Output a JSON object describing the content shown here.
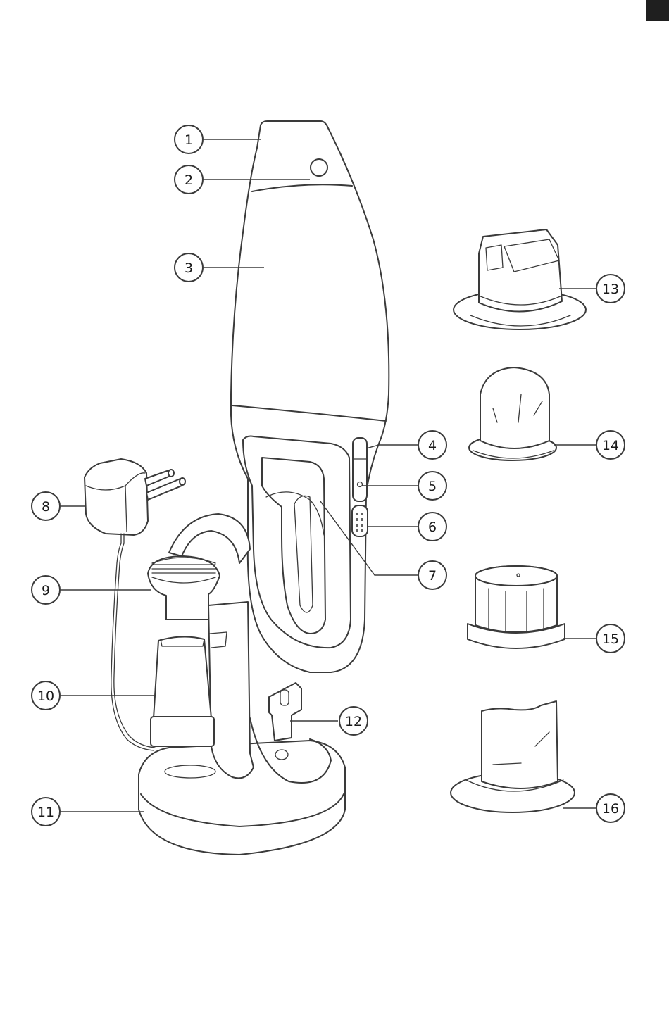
{
  "page_tab_color": "#1f1f1f",
  "line_color": "#3a3a3a",
  "callouts": [
    "1",
    "2",
    "3",
    "4",
    "5",
    "6",
    "7",
    "8",
    "9",
    "10",
    "11",
    "12",
    "13",
    "14",
    "15",
    "16"
  ]
}
